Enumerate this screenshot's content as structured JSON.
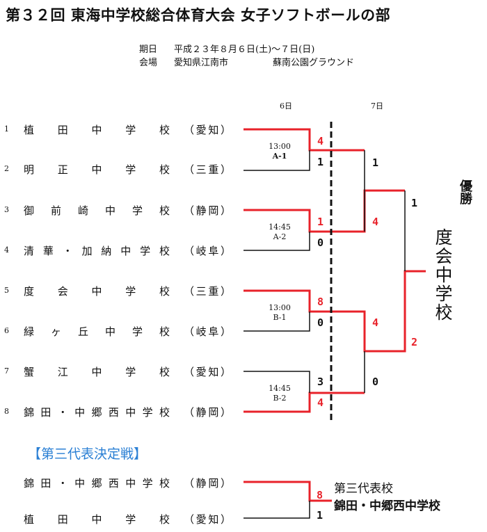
{
  "title": "第３２回 東海中学校総合体育大会 女子ソフトボールの部",
  "info": {
    "date_label": "期日",
    "date_value": "平成２３年８月６日(土)～７日(日)",
    "venue_label": "会場",
    "venue_city": "愛知県江南市",
    "venue_place": "蘇南公園グラウンド"
  },
  "days": [
    "6日",
    "7日"
  ],
  "teams": [
    {
      "no": "1",
      "name": "植田中学校",
      "pref": "（愛知）"
    },
    {
      "no": "2",
      "name": "明正中学校",
      "pref": "（三重）"
    },
    {
      "no": "3",
      "name": "御前崎中学校",
      "pref": "（静岡）"
    },
    {
      "no": "4",
      "name": "清華・加納中学校",
      "pref": "（岐阜）"
    },
    {
      "no": "5",
      "name": "度会中学校",
      "pref": "（三重）"
    },
    {
      "no": "6",
      "name": "緑ヶ丘中学校",
      "pref": "（岐阜）"
    },
    {
      "no": "7",
      "name": "蟹江中学校",
      "pref": "（愛知）"
    },
    {
      "no": "8",
      "name": "錦田・中郷西中学校",
      "pref": "（静岡）"
    }
  ],
  "matches": [
    {
      "time": "13:00",
      "id": "A-1",
      "top": "4",
      "bottom": "1"
    },
    {
      "time": "14:45",
      "id": "A-2",
      "top": "1",
      "bottom": "0"
    },
    {
      "time": "13:00",
      "id": "B-1",
      "top": "8",
      "bottom": "0"
    },
    {
      "time": "14:45",
      "id": "B-2",
      "top": "3",
      "bottom": "4"
    }
  ],
  "semis": [
    {
      "top": "1",
      "bottom": "4"
    },
    {
      "top": "4",
      "bottom": "0"
    }
  ],
  "final": {
    "top": "1",
    "bottom": "2"
  },
  "champion_label": "優勝",
  "champion": "度会中学校",
  "third": {
    "title": "【第三代表決定戦】",
    "teams": [
      {
        "name": "錦田・中郷西中学校",
        "pref": "（静岡）"
      },
      {
        "name": "植田中学校",
        "pref": "（愛知）"
      }
    ],
    "scores": [
      "8",
      "1"
    ],
    "result_label": "第三代表校",
    "winner": "錦田・中郷西中学校"
  },
  "colors": {
    "win": "#e8222a",
    "lose": "#111111",
    "heading": "#2a7fd4"
  }
}
